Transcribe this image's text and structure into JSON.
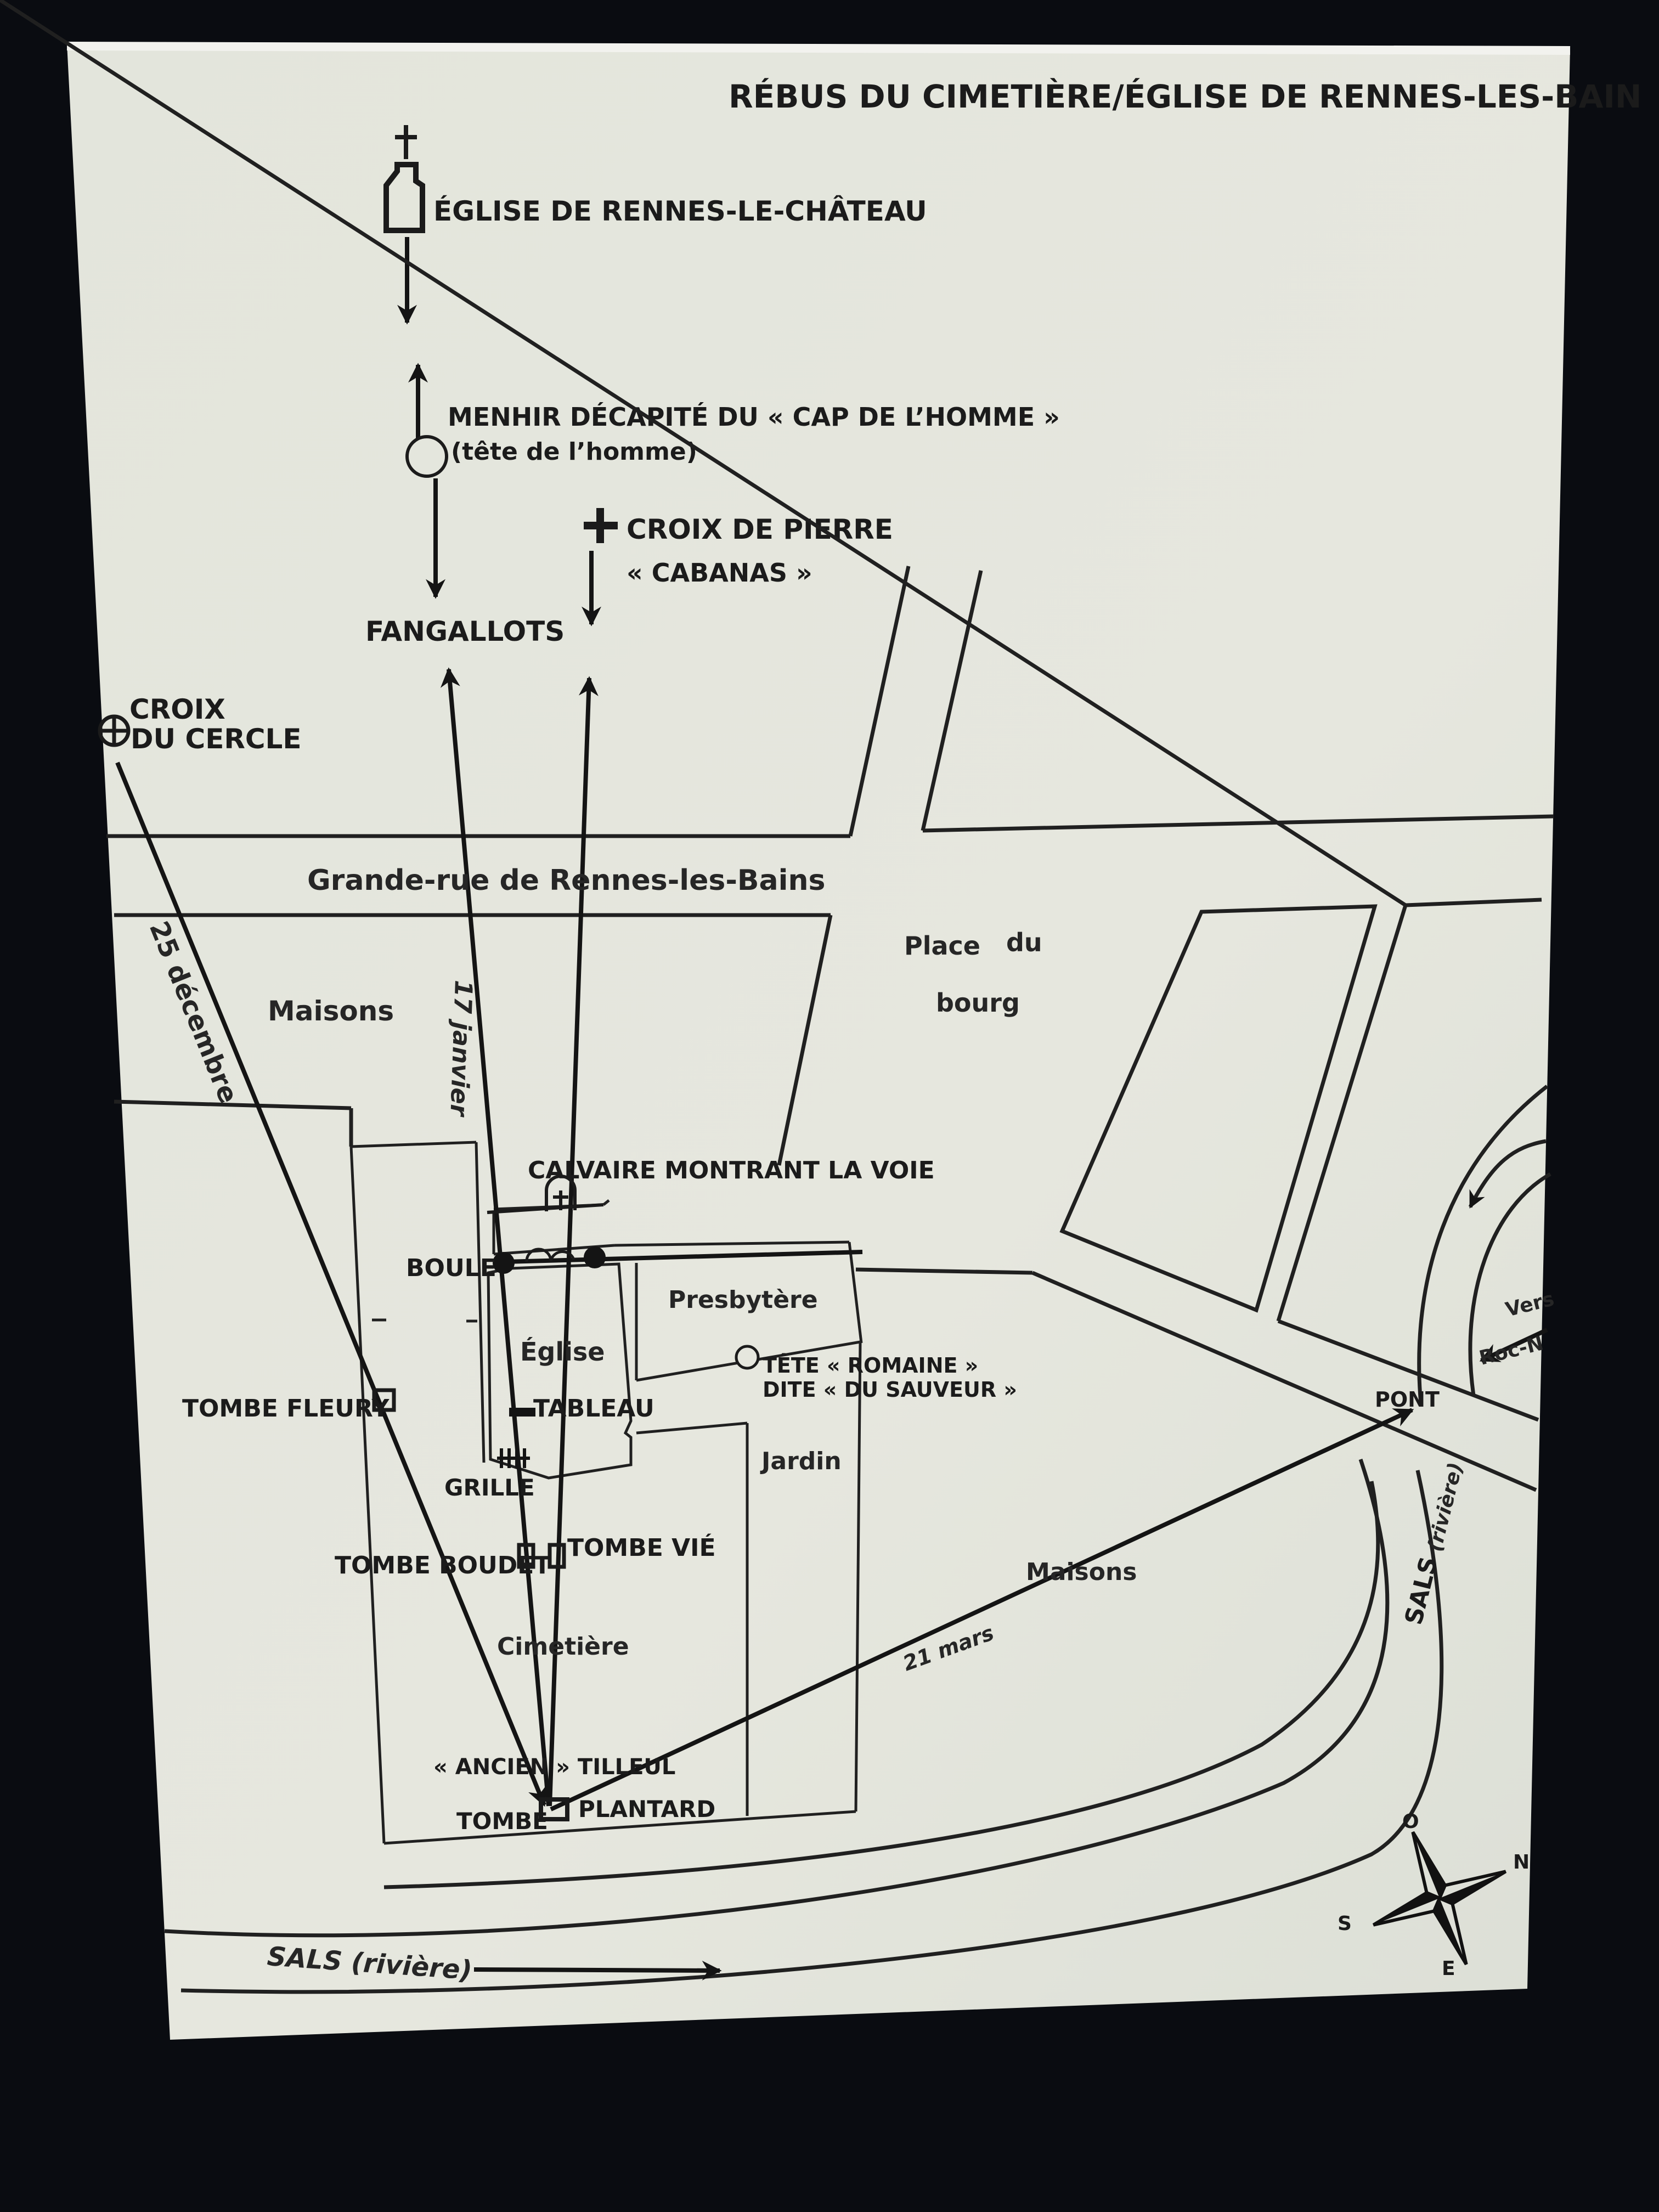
{
  "title": "RÉBUS DU CIMETIÈRE/ÉGLISE DE RENNES-LES-BAIN",
  "labels": {
    "eglise_rlc": "ÉGLISE DE RENNES-LE-CHÂTEAU",
    "menhir_1": "MENHIR DÉCAPITÉ DU « CAP DE L’HOMME »",
    "menhir_2": "(tête de l’homme)",
    "croix_pierre_1": "CROIX DE PIERRE",
    "croix_pierre_2": "« CABANAS »",
    "fangallots": "FANGALLOTS",
    "croix_cercle_1": "CROIX",
    "croix_cercle_2": "DU CERCLE",
    "grande_rue": "Grande-rue de Rennes-les-Bains",
    "place_1": "Place",
    "place_2": "du",
    "place_3": "bourg",
    "maisons_top": "Maisons",
    "date_25dec": "25 décembre",
    "date_17jan": "17 janvier",
    "calvaire": "CALVAIRE MONTRANT LA VOIE",
    "boule": "BOULE",
    "presbytere": "Presbytère",
    "eglise": "Église",
    "tete_1": "TÊTE « ROMAINE »",
    "tete_2": "DITE « DU SAUVEUR »",
    "tombe_fleury": "TOMBE FLEURY",
    "tableau": "TABLEAU",
    "jardin": "Jardin",
    "grille": "GRILLE",
    "tombe_boudet": "TOMBE BOUDET",
    "tombe_vie": "TOMBE VIÉ",
    "maisons_bottom": "Maisons",
    "cimetiere": "Cimetière",
    "date_21mars": "21 mars",
    "ancien_tilleul": "« ANCIEN » TILLEUL",
    "tombe": "TOMBE",
    "plantard": "PLANTARD",
    "pont": "PONT",
    "vers_1": "Vers",
    "vers_2": "Roc-N",
    "sals_right_1": "SALS",
    "sals_right_2": "(rivière)",
    "sals_bottom": "SALS (rivière)",
    "compass_o": "O",
    "compass_n": "N",
    "compass_s": "S",
    "compass_e": "E"
  },
  "colors": {
    "paper": "#e5e6dd",
    "ink": "#1b1b1b",
    "frame": "#0b0d12"
  }
}
